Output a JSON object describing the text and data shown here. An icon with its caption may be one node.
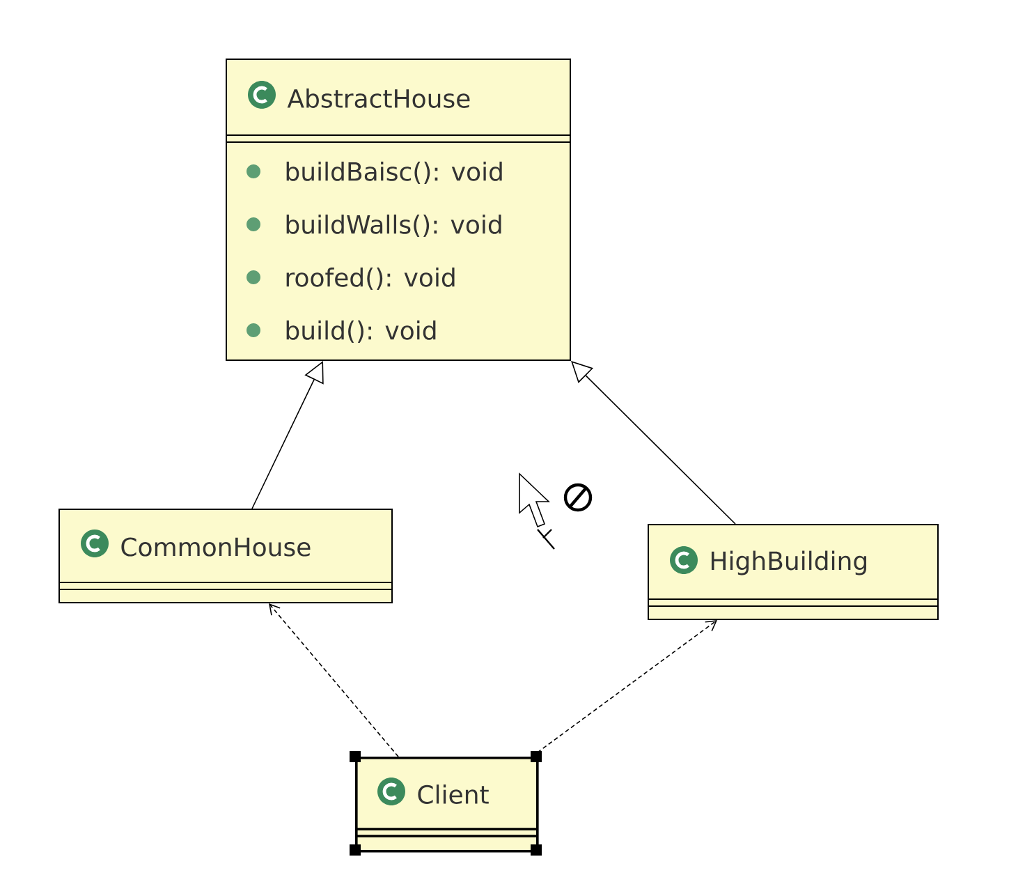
{
  "diagram": {
    "nodes": [
      {
        "text": [
          "AbstractHouse",
          "buildBaisc(): void",
          "buildWalls(): void",
          "roofed(): void",
          "build(): void"
        ]
      },
      {
        "text": [
          "CommonHouse"
        ]
      },
      {
        "text": [
          "HighBuilding"
        ]
      },
      {
        "text": [
          "Client"
        ]
      }
    ],
    "edges": [
      {
        "from": 1,
        "to": 0,
        "arrow": "to"
      },
      {
        "from": 2,
        "to": 0,
        "arrow": "to"
      },
      {
        "from": 3,
        "to": 1,
        "arrow": "to",
        "style": "dashed"
      },
      {
        "from": 3,
        "to": 2,
        "arrow": "to",
        "style": "dashed"
      }
    ]
  }
}
